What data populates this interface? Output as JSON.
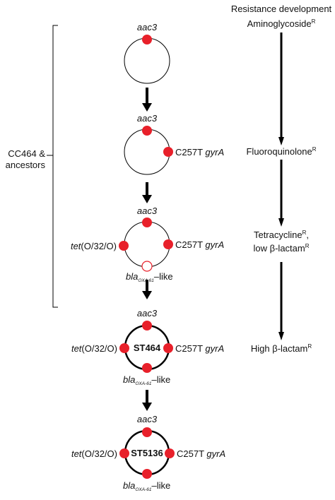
{
  "resistance": {
    "header_line1": "Resistance development",
    "aminoglycoside": "Aminoglycoside",
    "fluoroquinolone": "Fluoroquinolone",
    "tetracycline": "Tetracycline",
    "tetracycline_comma": ",",
    "low_beta": "low β-lactam",
    "high_beta": "High β-lactam",
    "superscript_r": "R"
  },
  "bracket_label": {
    "line1": "CC464 &",
    "line2": "ancestors"
  },
  "gene_labels": {
    "aac3": "aac3",
    "c257t": "C257T ",
    "gyra": "gyrA",
    "tet_prefix": "tet",
    "tet_suffix": "(O/32/O)",
    "bla": "bla",
    "bla_sub1": "OXA 61",
    "bla_sub2": "OXA-61",
    "like": "–like"
  },
  "strains": {
    "st464": "ST464",
    "st5136": "ST5136"
  },
  "colors": {
    "marker_red": "#e8202a",
    "line": "#000000"
  }
}
